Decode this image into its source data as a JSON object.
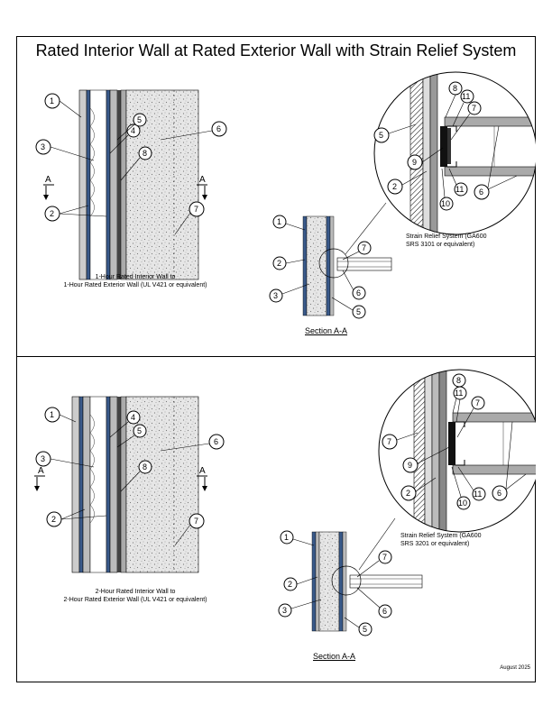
{
  "title": "Rated Interior Wall at Rated Exterior Wall with Strain Relief System",
  "panels": [
    {
      "caption_line1": "1-Hour Rated Interior Wall to",
      "caption_line2": "1-Hour Rated Exterior Wall (UL V421 or equivalent)",
      "section_label": "Section A-A",
      "detail_note_line1": "Strain Relief System (GA600",
      "detail_note_line2": "SRS 3101 or equivalent)"
    },
    {
      "caption_line1": "2-Hour Rated Interior Wall to",
      "caption_line2": "2-Hour Rated Exterior Wall (UL V421 or equivalent)",
      "section_label": "Section A-A",
      "detail_note_line1": "Strain Relief System (GA600",
      "detail_note_line2": "SRS 3201 or equivalent)"
    }
  ],
  "callouts": {
    "n1": "1",
    "n2": "2",
    "n3": "3",
    "n4": "4",
    "n5": "5",
    "n6": "6",
    "n7": "7",
    "n8": "8",
    "n9": "9",
    "n10": "10",
    "n11": "11"
  },
  "section_marker": "A",
  "date": "August 2025"
}
